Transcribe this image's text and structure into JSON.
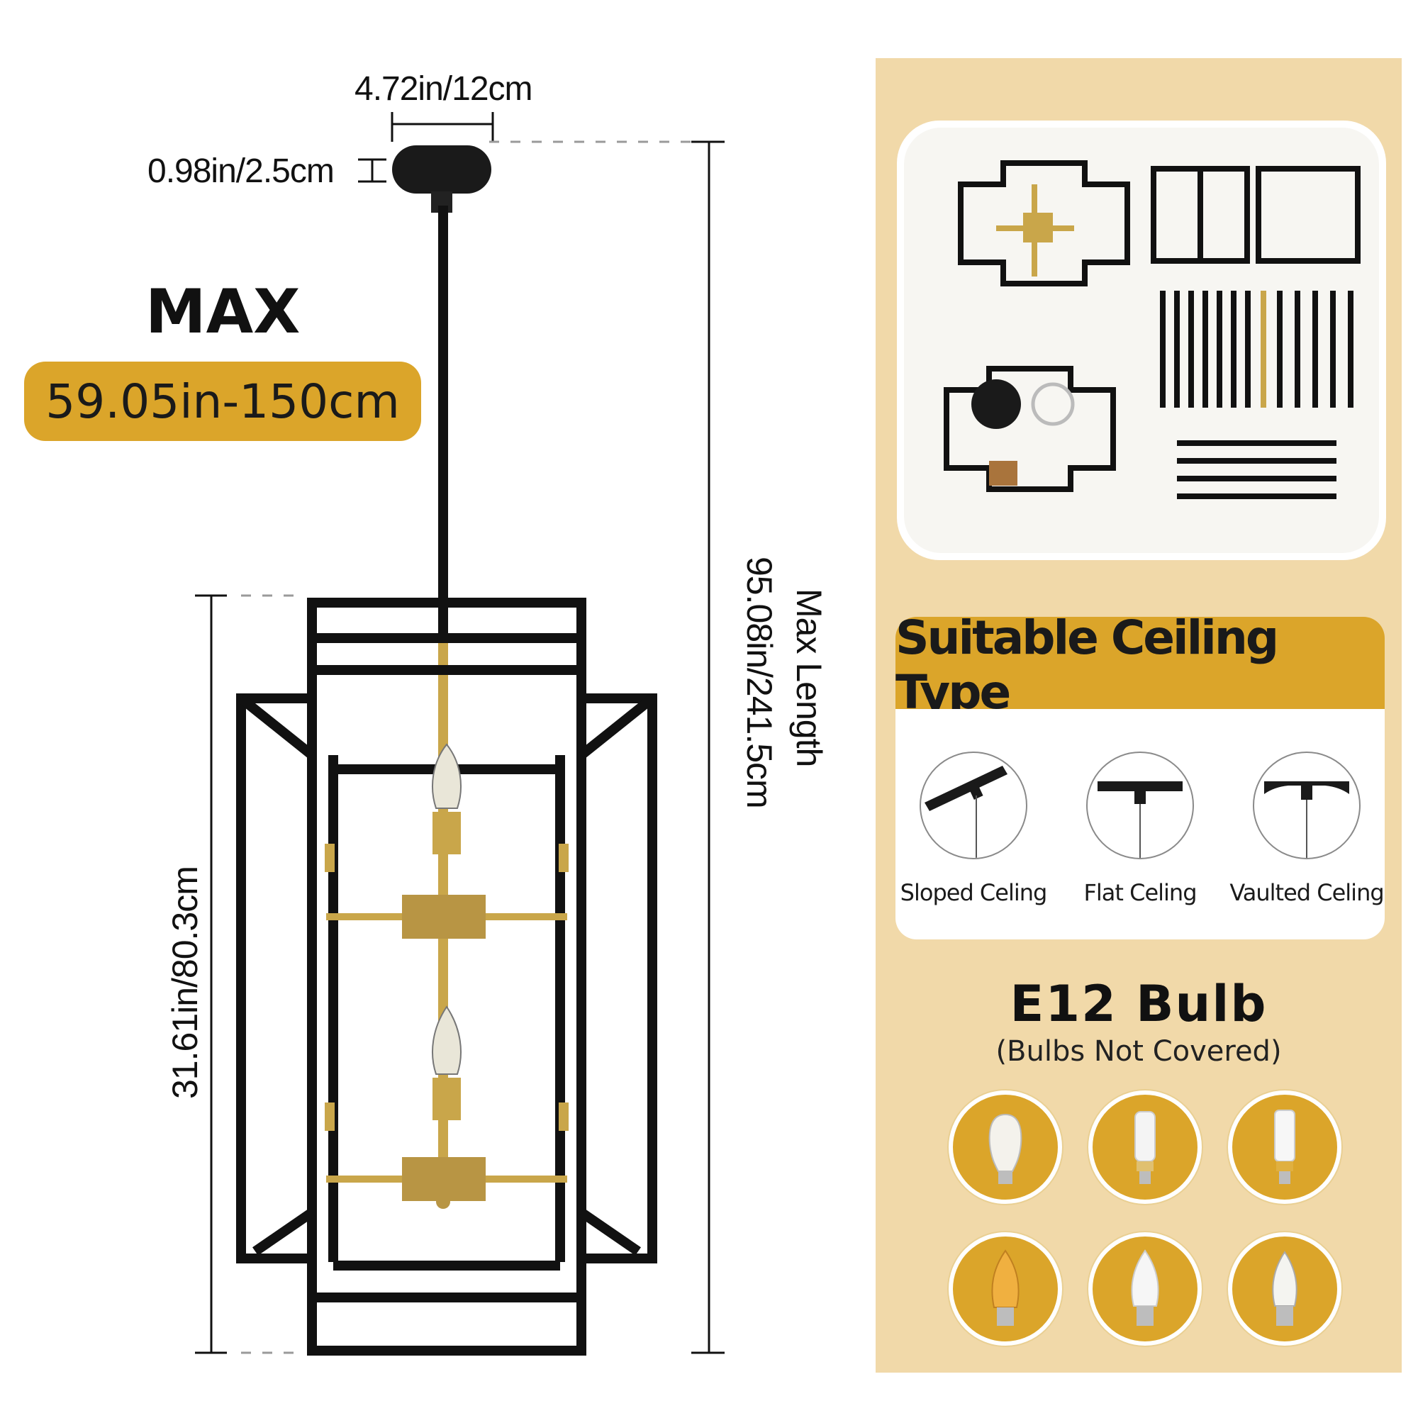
{
  "dimensions": {
    "canopy_width": "4.72in/12cm",
    "canopy_height": "0.98in/2.5cm",
    "max_label": "MAX",
    "max_rod": "59.05in-150cm",
    "max_length_label": "Max Length",
    "max_length_value": "95.08in/241.5cm",
    "body_height": "31.61in/80.3cm"
  },
  "ceiling": {
    "title": "Suitable Ceiling Type",
    "types": [
      {
        "label": "Sloped Celing",
        "icon": "sloped-ceiling-icon"
      },
      {
        "label": "Flat Celing",
        "icon": "flat-ceiling-icon"
      },
      {
        "label": "Vaulted Celing",
        "icon": "vaulted-ceiling-icon"
      }
    ]
  },
  "bulb": {
    "title": "E12 Bulb",
    "subtitle": "(Bulbs Not Covered)",
    "icons": [
      "st64-bulb-icon",
      "corn-bulb-icon",
      "corn-bulb-gold-icon",
      "amber-candle-bulb-icon",
      "frosted-candle-bulb-icon",
      "clear-candle-bulb-icon"
    ]
  },
  "colors": {
    "accent": "#dba52a",
    "panel": "#f1d9a9",
    "frame": "#111111",
    "brass": "#c9a64a"
  }
}
